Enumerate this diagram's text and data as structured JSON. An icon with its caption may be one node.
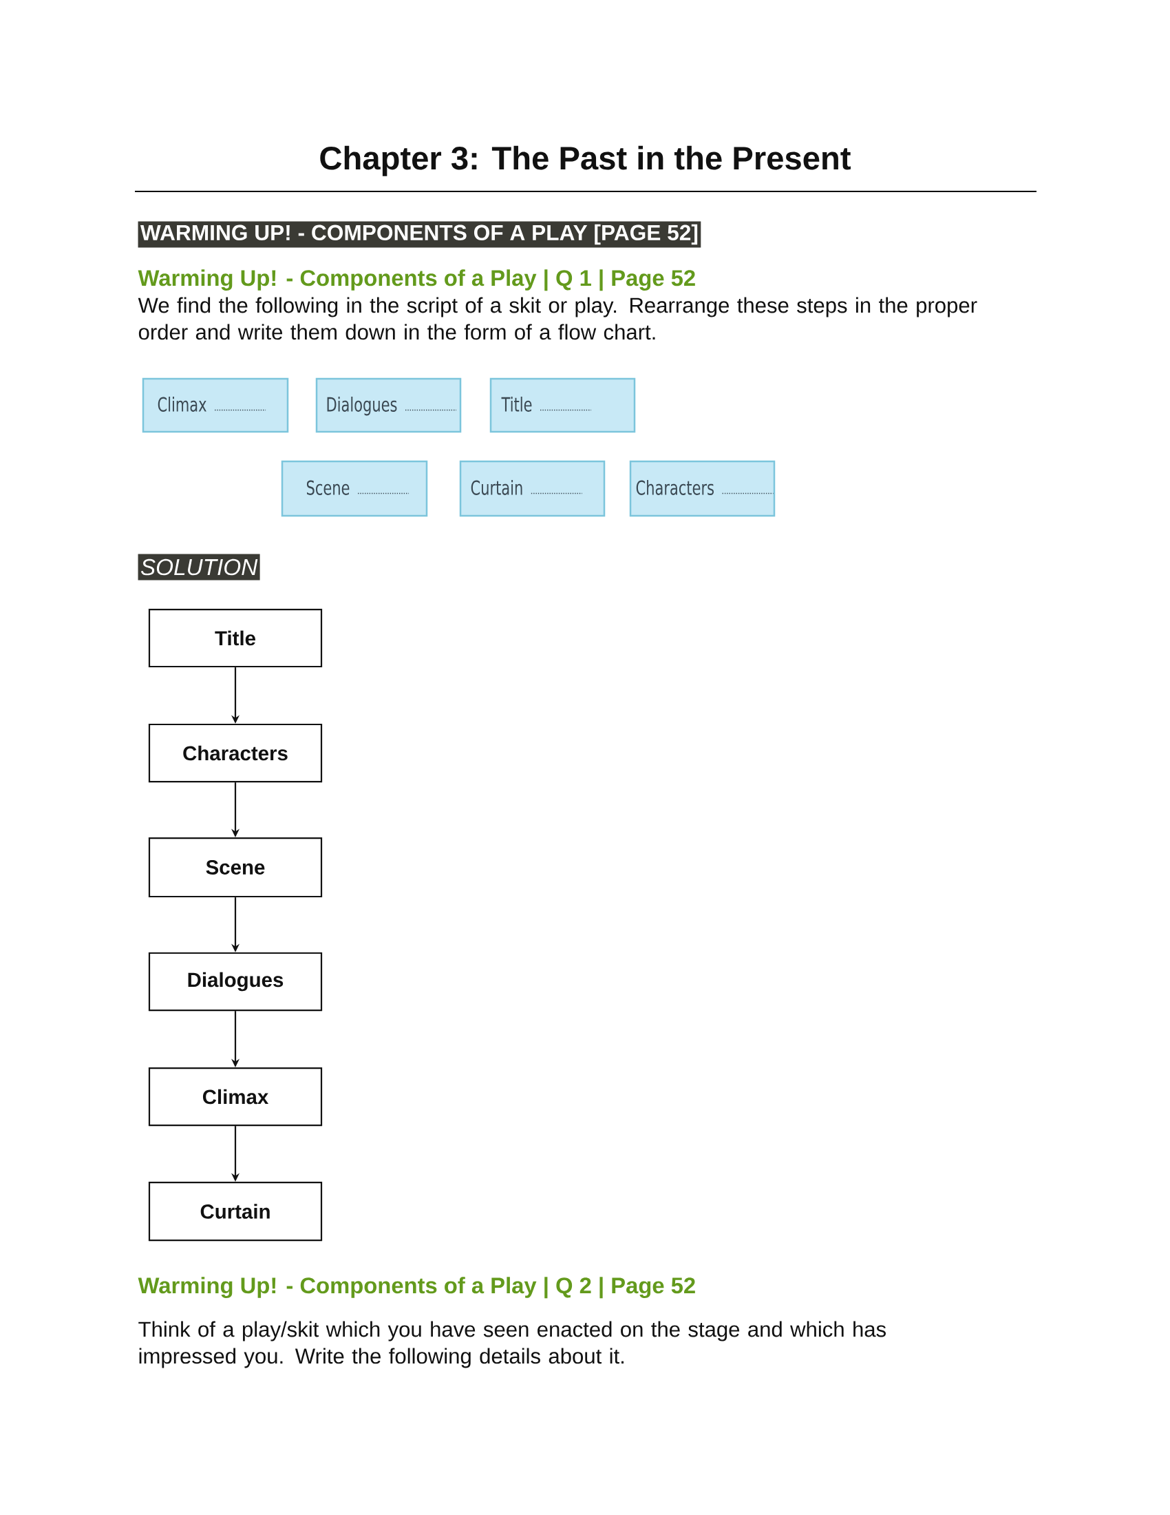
{
  "diagram": {
    "title": "Chapter 3: The Past in the Present",
    "nodes": [
      {
        "text": [
          "Climax"
        ]
      },
      {
        "text": [
          "Dialogues"
        ]
      },
      {
        "text": [
          "Title"
        ]
      },
      {
        "text": [
          "Scene"
        ]
      },
      {
        "text": [
          "Curtain"
        ]
      },
      {
        "text": [
          "Characters"
        ]
      },
      {
        "text": [
          "Title"
        ]
      },
      {
        "text": [
          "Characters"
        ]
      },
      {
        "text": [
          "Scene"
        ]
      },
      {
        "text": [
          "Dialogues"
        ]
      },
      {
        "text": [
          "Climax"
        ]
      },
      {
        "text": [
          "Curtain"
        ]
      }
    ],
    "edges": [
      {
        "from": 6,
        "to": 7,
        "arrow": "to"
      },
      {
        "from": 7,
        "to": 8,
        "arrow": "to"
      },
      {
        "from": 8,
        "to": 9,
        "arrow": "to"
      },
      {
        "from": 9,
        "to": 10,
        "arrow": "to"
      },
      {
        "from": 10,
        "to": 11,
        "arrow": "to"
      }
    ],
    "labels": [
      "WARMING UP! - COMPONENTS OF A PLAY [PAGE 52]",
      "Warming Up! - Components of a Play | Q 1 | Page 52",
      "We find the following in the script of a skit or play. Rearrange these steps in the proper order and write them down in the form of a flow chart.",
      "SOLUTION",
      "Warming Up! - Components of a Play | Q 2 | Page 52",
      "Think of a play/skit which you have seen enacted on the stage and which has impressed you. Write the following details about it."
    ]
  }
}
